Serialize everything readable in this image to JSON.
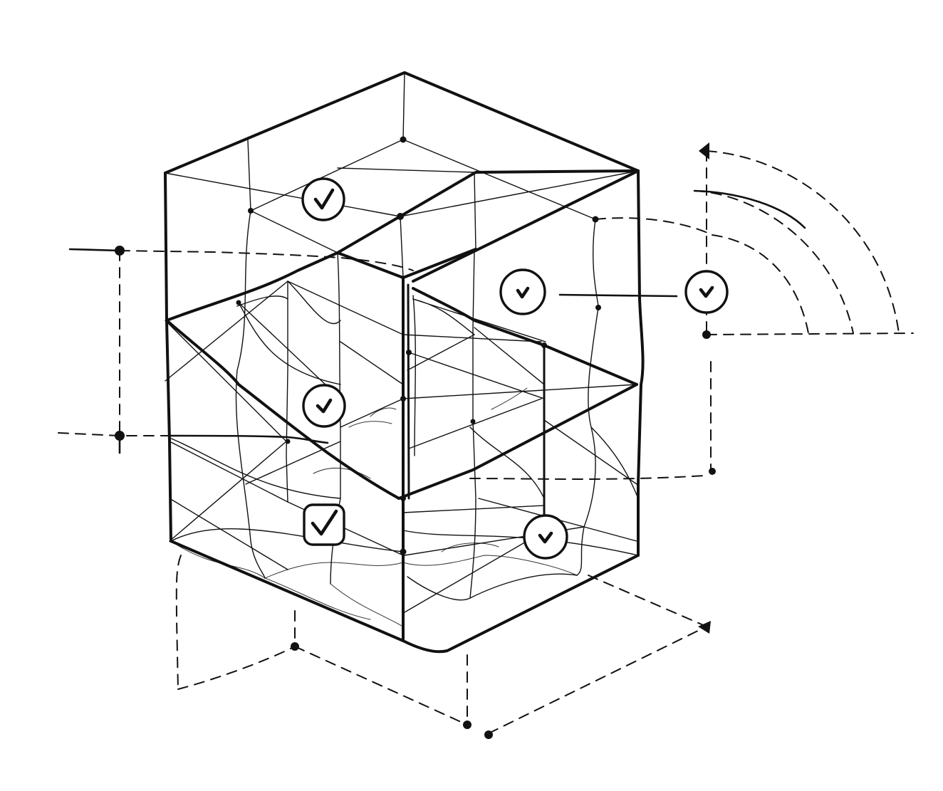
{
  "colors": {
    "ink": "#111111",
    "paper": "#ffffff"
  },
  "status_markers": [
    {
      "id": "top-face",
      "shape": "circle",
      "mark": "check-icon"
    },
    {
      "id": "right-upper",
      "shape": "circle",
      "mark": "check-icon"
    },
    {
      "id": "external-side",
      "shape": "circle",
      "mark": "check-icon"
    },
    {
      "id": "front-middle",
      "shape": "circle",
      "mark": "check-icon"
    },
    {
      "id": "front-lower",
      "shape": "rounded-square",
      "mark": "check-icon"
    },
    {
      "id": "right-lower",
      "shape": "circle",
      "mark": "check-icon"
    }
  ]
}
